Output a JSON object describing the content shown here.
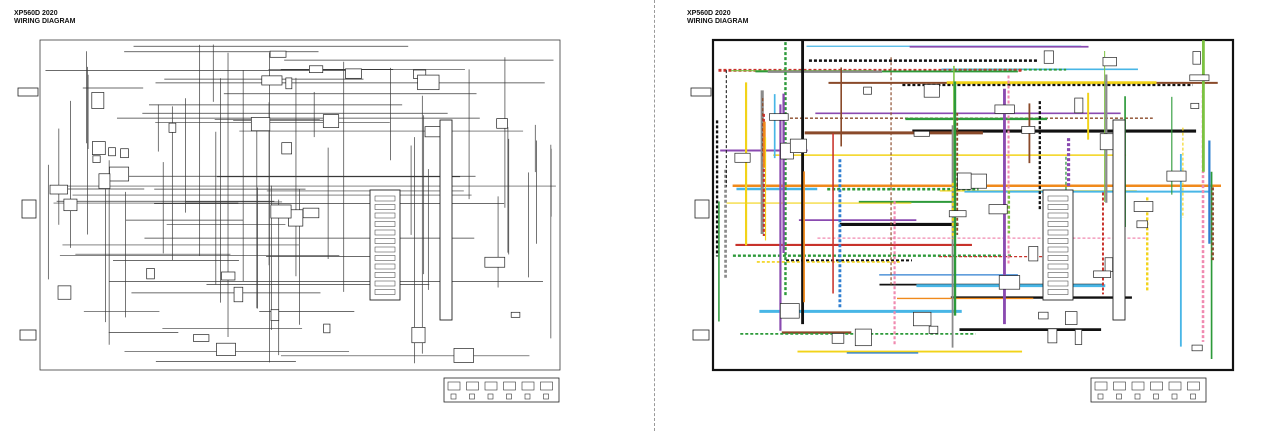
{
  "pages": [
    {
      "id": "mono",
      "title_line1": "XP560D 2020",
      "title_line2": "WIRING DIAGRAM",
      "style": "monochrome"
    },
    {
      "id": "color",
      "title_line1": "XP560D 2020",
      "title_line2": "WIRING DIAGRAM",
      "style": "color"
    }
  ],
  "colors": {
    "mono_wire": "#3a3a3a",
    "black": "#111111",
    "red": "#c8322b",
    "brown": "#8a4a2a",
    "green": "#2d9a3a",
    "light_green": "#7cc242",
    "blue": "#2f7fd1",
    "sky": "#48b6e6",
    "yellow": "#f2d318",
    "orange": "#f08a1c",
    "pink": "#f08ab0",
    "gray": "#8a8a8a",
    "purple": "#8a4ab0"
  },
  "icons": [
    "connector-icon",
    "harness-icon",
    "legend-icon"
  ]
}
